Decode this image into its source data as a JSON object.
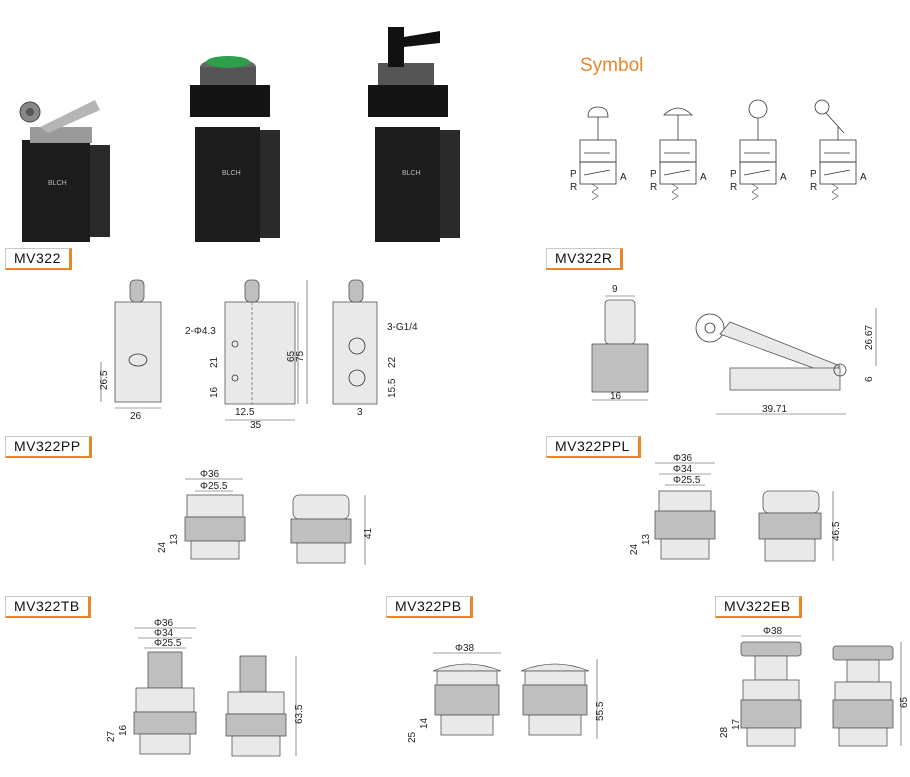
{
  "symbol_title": "Symbol",
  "products": {
    "mv322": {
      "model": "MV322",
      "dims": [
        "26.5",
        "26",
        "2-Φ4.3",
        "21",
        "16",
        "12.5",
        "35",
        "65",
        "75",
        "3-G1/4",
        "22",
        "15.5",
        "3"
      ]
    },
    "mv322r": {
      "model": "MV322R",
      "dims": [
        "9",
        "16",
        "26.67",
        "6",
        "39.71"
      ]
    },
    "mv322pp": {
      "model": "MV322PP",
      "dims": [
        "Φ36",
        "Φ25.5",
        "24",
        "13",
        "41"
      ]
    },
    "mv322ppl": {
      "model": "MV322PPL",
      "dims": [
        "Φ36",
        "Φ34",
        "Φ25.5",
        "24",
        "13",
        "46.5"
      ]
    },
    "mv322tb": {
      "model": "MV322TB",
      "dims": [
        "Φ36",
        "Φ34",
        "Φ25.5",
        "27",
        "16",
        "63.5"
      ]
    },
    "mv322pb": {
      "model": "MV322PB",
      "dims": [
        "Φ38",
        "25",
        "14",
        "55.5"
      ]
    },
    "mv322eb": {
      "model": "MV322EB",
      "dims": [
        "Φ38",
        "28",
        "17",
        "65"
      ]
    }
  },
  "photo_brand": "BLCH",
  "symbol_ports": {
    "p": "P",
    "r": "R",
    "a": "A"
  },
  "colors": {
    "accent": "#e8872a",
    "valve_body": "#1a1a1a",
    "button_green": "#2e9e4a"
  }
}
